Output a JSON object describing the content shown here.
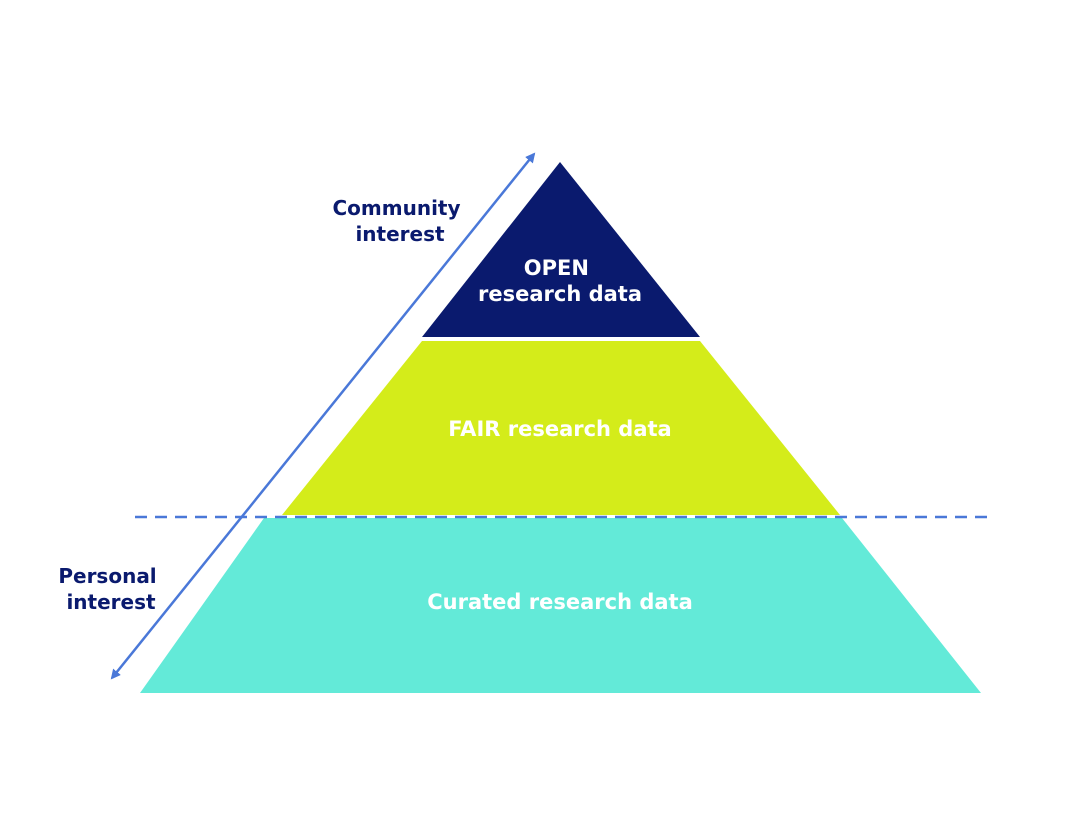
{
  "tiers": {
    "open": {
      "line1": "OPEN",
      "line2": "research data",
      "color": "#0a1a6e",
      "text_color": "#ffffff"
    },
    "fair": {
      "label": "FAIR research data",
      "color": "#d4ec1a",
      "text_color": "#ffffff"
    },
    "curated": {
      "label": "Curated research data",
      "color": "#63ead8",
      "text_color": "#ffffff"
    }
  },
  "axis": {
    "top_label_line1": "Community",
    "top_label_line2": "interest",
    "bottom_label_line1": "Personal",
    "bottom_label_line2": "interest",
    "label_color": "#0a1a6e",
    "arrow_color": "#4a78d8"
  },
  "divider": {
    "color": "#4a78d8",
    "style": "dashed"
  }
}
